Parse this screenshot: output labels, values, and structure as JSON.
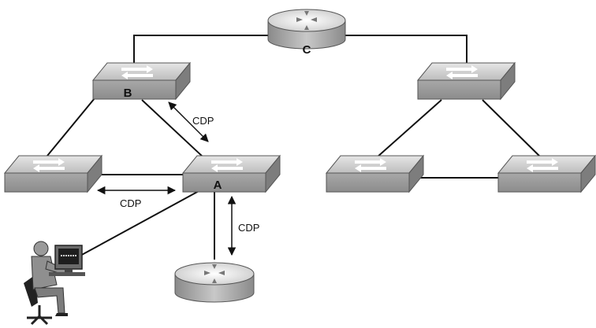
{
  "diagram": {
    "nodes": {
      "router_c": {
        "label": "C",
        "kind": "router"
      },
      "router_bottom": {
        "label": "",
        "kind": "router"
      },
      "switch_b": {
        "label": "B",
        "kind": "switch"
      },
      "switch_a": {
        "label": "A",
        "kind": "switch"
      },
      "switch_left": {
        "label": "",
        "kind": "switch"
      },
      "switch_right_top": {
        "label": "",
        "kind": "switch"
      },
      "switch_right_left": {
        "label": "",
        "kind": "switch"
      },
      "switch_right_right": {
        "label": "",
        "kind": "switch"
      },
      "admin_workstation": {
        "label": "",
        "kind": "person-at-computer"
      }
    },
    "cdp_labels": {
      "a_to_b": "CDP",
      "a_to_left": "CDP",
      "a_to_router": "CDP"
    }
  }
}
